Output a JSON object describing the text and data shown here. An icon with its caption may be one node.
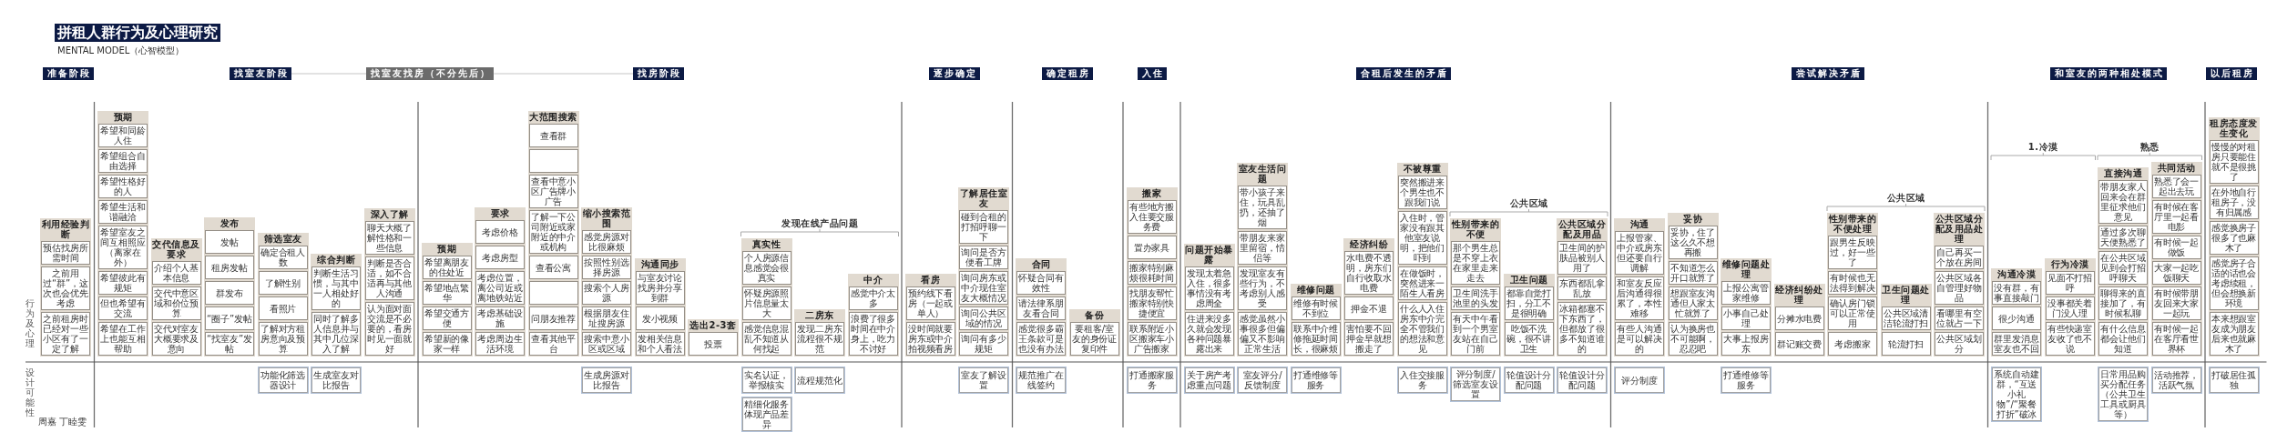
{
  "diagram": {
    "title": "拼租人群行为及心理研究",
    "nodes": [
      {
        "text": [
          "准备阶段"
        ]
      },
      {
        "text": [
          "找室友阶段"
        ]
      },
      {
        "text": [
          "找室友找房（不分先后）"
        ]
      },
      {
        "text": [
          "找房阶段"
        ]
      },
      {
        "text": [
          "逐步确定"
        ]
      },
      {
        "text": [
          "确定租房"
        ]
      },
      {
        "text": [
          "入住"
        ]
      },
      {
        "text": [
          "合租后发生的矛盾"
        ]
      },
      {
        "text": [
          "尝试解决矛盾"
        ]
      },
      {
        "text": [
          "和室友的两种相处模式"
        ]
      },
      {
        "text": [
          "以后租房"
        ]
      },
      {
        "text": [
          "利用经验判断"
        ]
      },
      {
        "text": [
          "预估找房所需时间"
        ],
        "in": 11
      },
      {
        "text": [
          "之前用过“群”，这次也会优先考虑"
        ],
        "in": 11
      },
      {
        "text": [
          "之前租房时已经对一些小区有了一定了解"
        ],
        "in": 11
      },
      {
        "text": [
          "预期"
        ]
      },
      {
        "text": [
          "希望和同龄人住"
        ],
        "in": 15
      },
      {
        "text": [
          "希望组合自由选择"
        ],
        "in": 15
      },
      {
        "text": [
          "希望性格好的人"
        ],
        "in": 15
      },
      {
        "text": [
          "希望生活和谐融洽"
        ],
        "in": 15
      },
      {
        "text": [
          "希望室友之间互相照应（离家在外）"
        ],
        "in": 15
      },
      {
        "text": [
          "希望彼此有规矩"
        ],
        "in": 15
      },
      {
        "text": [
          "但也希望有交流"
        ],
        "in": 15
      },
      {
        "text": [
          "希望在工作上也能互相帮助"
        ],
        "in": 15
      },
      {
        "text": [
          "交代信息及要求"
        ]
      },
      {
        "text": [
          "介绍个人基本信息"
        ],
        "in": 24
      },
      {
        "text": [
          "交代中意区域和价位预算"
        ],
        "in": 24
      },
      {
        "text": [
          "交代对室友大概要求及意向"
        ],
        "in": 24
      },
      {
        "text": [
          "发布"
        ]
      },
      {
        "text": [
          "发帖"
        ],
        "in": 28
      },
      {
        "text": [
          "租房发帖"
        ],
        "in": 28
      },
      {
        "text": [
          "群发布"
        ],
        "in": 28
      },
      {
        "text": [
          "“圈子”发帖"
        ],
        "in": 28
      },
      {
        "text": [
          "“找室友”发帖"
        ],
        "in": 28
      },
      {
        "text": [
          "筛选室友"
        ]
      },
      {
        "text": [
          "确定合租人数"
        ],
        "in": 34
      },
      {
        "text": [
          "了解性别"
        ],
        "in": 34
      },
      {
        "text": [
          "看照片"
        ],
        "in": 34
      },
      {
        "text": [
          "了解对方租房意向及预算"
        ],
        "in": 34
      },
      {
        "text": [
          "综合判断"
        ]
      },
      {
        "text": [
          "判断生活习惯，与其中一人相处好的"
        ],
        "in": 39
      },
      {
        "text": [
          "同时了解多人信息并与其中几位深入了解"
        ],
        "in": 39
      },
      {
        "text": [
          "深入了解"
        ]
      },
      {
        "text": [
          "聊天大概了解性格和一些信息"
        ],
        "in": 42
      },
      {
        "text": [
          "判断是否合适，如不合适再与其他人沟通"
        ],
        "in": 42
      },
      {
        "text": [
          "认为面对面交流是不必要的，看房时见一面就好"
        ],
        "in": 42
      },
      {
        "text": [
          "预期"
        ]
      },
      {
        "text": [
          "希望离朋友的住处近"
        ],
        "in": 46
      },
      {
        "text": [
          "希望地点繁华"
        ],
        "in": 46
      },
      {
        "text": [
          "希望交通方便"
        ],
        "in": 46
      },
      {
        "text": [
          "希望新的像家一样"
        ],
        "in": 46
      },
      {
        "text": [
          "要求"
        ]
      },
      {
        "text": [
          "考虑价格"
        ],
        "in": 51
      },
      {
        "text": [
          "考虑房型"
        ],
        "in": 51
      },
      {
        "text": [
          "考虑位置，离公司近或离地铁站近"
        ],
        "in": 51
      },
      {
        "text": [
          "考虑基础设施"
        ],
        "in": 51
      },
      {
        "text": [
          "考虑周边生活环境"
        ],
        "in": 51
      },
      {
        "text": [
          "大范围搜索"
        ]
      },
      {
        "text": [
          "查看群"
        ],
        "in": 57
      },
      {
        "text": [],
        "shape": "box",
        "in": 57
      },
      {
        "text": [
          "查看中意小区广告牌小广告"
        ],
        "in": 57
      },
      {
        "text": [
          "了解一下公司附近或家附近的中介或机构"
        ],
        "in": 57
      },
      {
        "text": [
          "查看公寓"
        ],
        "in": 57
      },
      {
        "text": [],
        "shape": "box",
        "in": 57
      },
      {
        "text": [
          "问朋友推荐"
        ],
        "in": 57
      },
      {
        "text": [
          "查看其他平台"
        ],
        "in": 57
      },
      {
        "text": [
          "缩小搜索范围"
        ]
      },
      {
        "text": [
          "感觉房源对比很麻烦"
        ],
        "in": 66
      },
      {
        "text": [
          "按照性别选择房源"
        ],
        "in": 66
      },
      {
        "text": [
          "搜索个人房源"
        ],
        "in": 66
      },
      {
        "text": [
          "根据朋友住址搜房源"
        ],
        "in": 66
      },
      {
        "text": [
          "搜索中意小区或区域"
        ],
        "in": 66
      },
      {
        "text": [
          "沟通同步"
        ]
      },
      {
        "text": [
          "与室友讨论找房并分享到群"
        ],
        "in": 72
      },
      {
        "text": [
          "发小视频"
        ],
        "in": 72
      },
      {
        "text": [
          "发相关信息和个人看法"
        ],
        "in": 72
      },
      {
        "text": [
          "选出2-3套"
        ]
      },
      {
        "text": [
          "投票"
        ],
        "in": 76
      },
      {
        "text": [
          "真实性"
        ]
      },
      {
        "text": [
          "个人房源信息感觉会很真实"
        ],
        "in": 78
      },
      {
        "text": [
          "怀疑房源照片信息量太大"
        ],
        "in": 78
      },
      {
        "text": [
          "感觉信息混乱不知道从何找起"
        ],
        "in": 78
      },
      {
        "text": [
          "二房东"
        ]
      },
      {
        "text": [
          "发现二房东流程很不规范"
        ],
        "in": 82
      },
      {
        "text": [
          "中介"
        ]
      },
      {
        "text": [
          "感觉中介太多"
        ],
        "in": 84
      },
      {
        "text": [
          "浪费了很多时间在中介身上，吃力不讨好"
        ],
        "in": 84
      },
      {
        "text": [
          "看房"
        ]
      },
      {
        "text": [
          "预约线下看房（一起或单人）"
        ],
        "in": 87
      },
      {
        "text": [
          "没时间就要房东或中介拍视频看房"
        ],
        "in": 87
      },
      {
        "text": [
          "了解居住室友"
        ]
      },
      {
        "text": [
          "碰到合租的打招呼聊一下"
        ],
        "in": 90
      },
      {
        "text": [
          "询问是否方便看工牌"
        ],
        "in": 90
      },
      {
        "text": [
          "询问房东或中介现住室友大概情况"
        ],
        "in": 90
      },
      {
        "text": [
          "询问公共区域的情况"
        ],
        "in": 90
      },
      {
        "text": [
          "询问有多少规矩"
        ],
        "in": 90
      },
      {
        "text": [
          "合同"
        ]
      },
      {
        "text": [
          "怀疑合同有效性"
        ],
        "in": 96
      },
      {
        "text": [
          "请法律系朋友看合同"
        ],
        "in": 96
      },
      {
        "text": [
          "感觉很多霸王条款可是也没有办法"
        ],
        "in": 96
      },
      {
        "text": [
          "备份"
        ]
      },
      {
        "text": [
          "要租客/室友的身份证复印件"
        ],
        "in": 100
      },
      {
        "text": [
          "搬家"
        ]
      },
      {
        "text": [
          "有些地方搬入住要交服务费"
        ],
        "in": 102
      },
      {
        "text": [
          "置办家具"
        ],
        "in": 102
      },
      {
        "text": [
          "搬家特别麻烦很耗时间"
        ],
        "in": 102
      },
      {
        "text": [
          "找朋友帮忙搬家特别快捷便宜"
        ],
        "in": 102
      },
      {
        "text": [
          "联系附近小区搬家车小广告搬家"
        ],
        "in": 102
      },
      {
        "text": [
          "问题开始暴露"
        ]
      },
      {
        "text": [
          "发现太着急入住，很多事情没有考虑周全"
        ],
        "in": 108
      },
      {
        "text": [
          "住进来没多久就会发现各种问题暴露出来"
        ],
        "in": 108
      },
      {
        "text": [
          "室友生活问题"
        ]
      },
      {
        "text": [
          "带小孩子来住，玩具乱扔，还抽了烟"
        ],
        "in": 111
      },
      {
        "text": [
          "带朋友来家里留宿，情侣等"
        ],
        "in": 111
      },
      {
        "text": [
          "发现室友有些行为，不考虑别人感受"
        ],
        "in": 111
      },
      {
        "text": [
          "感觉虽然小事很多但偏偏又不影响正常生活"
        ],
        "in": 111
      },
      {
        "text": [
          "维修问题"
        ]
      },
      {
        "text": [
          "维修有时候不到位"
        ],
        "in": 116
      },
      {
        "text": [
          "联系中介维修拖延时间长，很麻烦"
        ],
        "in": 116
      },
      {
        "text": [
          "经济纠纷"
        ]
      },
      {
        "text": [
          "水电费不透明，房东们自行收取水电费"
        ],
        "in": 119
      },
      {
        "text": [
          "押金不退"
        ],
        "in": 119
      },
      {
        "text": [
          "害怕要不回押金早就想搬走了"
        ],
        "in": 119
      },
      {
        "text": [
          "不被尊重"
        ]
      },
      {
        "text": [
          "突然搬进来个男生也不跟我们说"
        ],
        "in": 123
      },
      {
        "text": [
          "入住时，管家没有跟其他室友说明，把他们吓到"
        ],
        "in": 123
      },
      {
        "text": [
          "在做饭时，突然进来一陌生人看房"
        ],
        "in": 123
      },
      {
        "text": [
          "什么人入住房东中介完全不管我们的想法和意见"
        ],
        "in": 123
      },
      {
        "text": [
          "性别带来的不便"
        ]
      },
      {
        "text": [
          "那个男生总是不穿上衣在家里走来走去"
        ],
        "in": 128
      },
      {
        "text": [
          "卫生间洗手池里的头发"
        ],
        "in": 128
      },
      {
        "text": [
          "有天中午看到一个男室友站在自己门前"
        ],
        "in": 128
      },
      {
        "text": [
          "卫生问题"
        ]
      },
      {
        "text": [
          "都靠自觉打扫，分工不是很明确"
        ],
        "in": 132
      },
      {
        "text": [
          "吃饭不洗碗，很不讲卫生"
        ],
        "in": 132
      },
      {
        "text": [
          "公共区域分配及用品"
        ]
      },
      {
        "text": [
          "卫生间的护肤品被别人用了"
        ],
        "in": 135
      },
      {
        "text": [
          "东西都乱拿乱放"
        ],
        "in": 135
      },
      {
        "text": [
          "冰箱都塞不下东西了，但都放了很多不知道谁的"
        ],
        "in": 135
      },
      {
        "text": [
          "沟通"
        ]
      },
      {
        "text": [
          "上报管家、中介或房东但还要自行调解"
        ],
        "in": 139
      },
      {
        "text": [
          "和室友反应后沟通得很累了，本性难移"
        ],
        "in": 139
      },
      {
        "text": [
          "有些人沟通是可以解决的"
        ],
        "in": 139
      },
      {
        "text": [
          "妥协"
        ]
      },
      {
        "text": [
          "妥协，住了这么久不想再搬"
        ],
        "in": 143
      },
      {
        "text": [
          "不知道怎么开口就算了"
        ],
        "in": 143
      },
      {
        "text": [
          "想跟室友沟通但人家太忙就算了"
        ],
        "in": 143
      },
      {
        "text": [
          "认为换房也不可能啊，忍忍吧"
        ],
        "in": 143
      },
      {
        "text": [
          "维修问题处理"
        ]
      },
      {
        "text": [
          "上报公寓管家维修"
        ],
        "in": 148
      },
      {
        "text": [
          "小事自己处理"
        ],
        "in": 148
      },
      {
        "text": [
          "大事上报房东"
        ],
        "in": 148
      },
      {
        "text": [
          "经济纠纷处理"
        ]
      },
      {
        "text": [
          "分摊水电费"
        ],
        "in": 152
      },
      {
        "text": [
          "群记账交费"
        ],
        "in": 152
      },
      {
        "text": [
          "性别带来的不便处理"
        ]
      },
      {
        "text": [
          "跟男生反映过，好一些了"
        ],
        "in": 155
      },
      {
        "text": [
          "有时候也无法得到解决"
        ],
        "in": 155
      },
      {
        "text": [
          "确认房门锁可以正常使用"
        ],
        "in": 155
      },
      {
        "text": [
          "考虑搬家"
        ],
        "in": 155
      },
      {
        "text": [
          "卫生问题处理"
        ]
      },
      {
        "text": [
          "公共区域清洁轮流打扫"
        ],
        "in": 160
      },
      {
        "text": [
          "轮流打扫"
        ],
        "in": 160
      },
      {
        "text": [
          "公共区域分配及用品处理"
        ]
      },
      {
        "text": [
          "自己再买一个放在房间"
        ],
        "in": 163
      },
      {
        "text": [
          "公共区域各自管理好物品"
        ],
        "in": 163
      },
      {
        "text": [
          "看哪里有空位就占一下"
        ],
        "in": 163
      },
      {
        "text": [
          "公共区域划分"
        ],
        "in": 163
      },
      {
        "text": [
          "沟通冷漠"
        ]
      },
      {
        "text": [
          "没有群，有事直接敲门"
        ],
        "in": 168
      },
      {
        "text": [
          "很少沟通"
        ],
        "in": 168
      },
      {
        "text": [
          "群里发消息室友也不回"
        ],
        "in": 168
      },
      {
        "text": [
          "行为冷漠"
        ]
      },
      {
        "text": [
          "见面不打招呼"
        ],
        "in": 172
      },
      {
        "text": [
          "没事都关着门没人理"
        ],
        "in": 172
      },
      {
        "text": [
          "有些快递室友收了也不说"
        ],
        "in": 172
      },
      {
        "text": [
          "直接沟通"
        ]
      },
      {
        "text": [
          "带朋友家人回来会在群里征求他们意见"
        ],
        "in": 176
      },
      {
        "text": [
          "通过多次聊天便熟悉了"
        ],
        "in": 176
      },
      {
        "text": [
          "在公共区域见到会打招呼聊天"
        ],
        "in": 176
      },
      {
        "text": [
          "聊得来的直接加了，有时候私聊"
        ],
        "in": 176
      },
      {
        "text": [
          "有什么信息都会让他们知道"
        ],
        "in": 176
      },
      {
        "text": [
          "共同活动"
        ]
      },
      {
        "text": [
          "熟悉了会一起出去玩"
        ],
        "in": 182
      },
      {
        "text": [
          "有时候在客厅里一起看电影"
        ],
        "in": 182
      },
      {
        "text": [
          "有时候一起做饭"
        ],
        "in": 182
      },
      {
        "text": [
          "大家一起吃饭聊天"
        ],
        "in": 182
      },
      {
        "text": [
          "有时候带朋友回来大家一起玩"
        ],
        "in": 182
      },
      {
        "text": [
          "有时候一起在客厅看世界杯"
        ],
        "in": 182
      },
      {
        "text": [
          "租房态度发生变化"
        ]
      },
      {
        "text": [
          "慢慢的对租房只要能住就不是很挑了"
        ],
        "in": 189
      },
      {
        "text": [
          "在外地自行租房子，没有归属感"
        ],
        "in": 189
      },
      {
        "text": [
          "感觉换房子很多了也麻木了"
        ],
        "in": 189
      },
      {
        "text": [
          "感觉房子合适的话也会考虑续租，但会想换新环境"
        ],
        "in": 189
      },
      {
        "text": [
          "本来想跟室友成为朋友后来也就麻木了"
        ],
        "in": 189
      },
      {
        "text": [
          "功能化筛选器设计"
        ]
      },
      {
        "text": [
          "生成室友对比报告"
        ]
      },
      {
        "text": [
          "生成房源对比报告"
        ]
      },
      {
        "text": [
          "实名认证，举报核实"
        ]
      },
      {
        "text": [
          "精细化服务体现产品差异"
        ]
      },
      {
        "text": [
          "流程规范化"
        ]
      },
      {
        "text": [
          "室友了解设置"
        ]
      },
      {
        "text": [
          "规范推广在线签约"
        ]
      },
      {
        "text": [
          "打通搬家服务"
        ]
      },
      {
        "text": [
          "关于房产考虑重点问题"
        ]
      },
      {
        "text": [
          "室友评分/反馈制度"
        ]
      },
      {
        "text": [
          "打通维修等服务"
        ]
      },
      {
        "text": [
          "入住交接服务"
        ]
      },
      {
        "text": [
          "评分制度/筛选室友设置"
        ]
      },
      {
        "text": [
          "轮值设计分配问题"
        ]
      },
      {
        "text": [
          "轮值设计分配问题"
        ]
      },
      {
        "text": [
          "评分制度"
        ]
      },
      {
        "text": [
          "打通维修等服务"
        ]
      },
      {
        "text": [
          "系统自动建群，“互送小礼物”/“聚餐打折”破冰"
        ]
      },
      {
        "text": [
          "日常用品购买分配任务（公共卫生工具或厨具等）"
        ]
      },
      {
        "text": [
          "活动推荐，活跃气氛"
        ]
      },
      {
        "text": [
          "打破居住孤独"
        ]
      }
    ],
    "edges": [
      {
        "from": 1,
        "to": 2,
        "arrow": "none"
      },
      {
        "from": 2,
        "to": 3,
        "arrow": "none"
      }
    ],
    "labels": [
      "MENTAL MODEL（心智模型）",
      "发现在线产品问题",
      "公共区域",
      "公共区域",
      "1.冷漠",
      "熟悉",
      "行为及心理",
      "设计可能性",
      "周嘉 丁睦雯"
    ]
  }
}
